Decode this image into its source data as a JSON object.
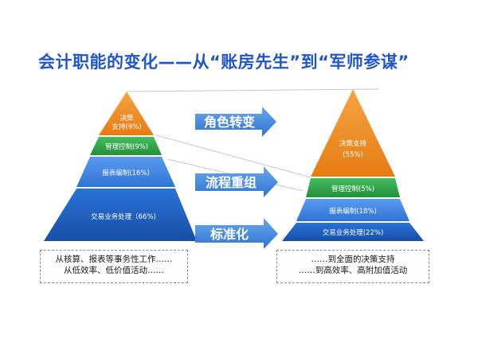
{
  "title": "会计职能的变化——从“账房先生”到“军师参谋”",
  "left_pyramid": {
    "tiers": [
      {
        "label_line1": "决策",
        "label_line2": "支持(9%)"
      },
      {
        "label": "管理控制(9%)"
      },
      {
        "label": "报表编制(16%)"
      },
      {
        "label": "交易业务处理（66%)"
      }
    ],
    "caption_lines": [
      "从核算、报表等事务性工作……",
      "从低效率、低价值活动……"
    ]
  },
  "right_pyramid": {
    "tiers": [
      {
        "label_line1": "决策支持",
        "label_line2": "(55%)"
      },
      {
        "label": "管理控制(5%)"
      },
      {
        "label": "报表编制(18%)"
      },
      {
        "label": "交易业务处理(22%)"
      }
    ],
    "caption_lines": [
      "……到全面的决策支持",
      "……到高效率、高附加值活动"
    ]
  },
  "arrows": [
    {
      "label": "角色转变"
    },
    {
      "label": "流程重组"
    },
    {
      "label": "标准化"
    }
  ],
  "colors": {
    "title": "#1f56c8",
    "decision": "#ef8a1d",
    "management": "#2ea84a",
    "reporting": "#3f82e0",
    "transactions": "#1c5fbf",
    "arrow": "#3f86dc"
  }
}
